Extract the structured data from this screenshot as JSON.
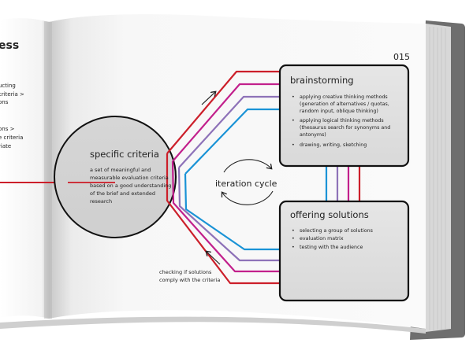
{
  "page_number": "015",
  "left_page": {
    "heading_fragment": "ess",
    "text_lines": [
      "ucting",
      "criteria >",
      "ons",
      "ons >",
      "e criteria",
      "riate"
    ]
  },
  "central_circle": {
    "title": "specific criteria",
    "description_lines": [
      "a set of meaningful and",
      "measurable evaluation criteria",
      "based on a good understanding",
      "of the brief and extended",
      "research"
    ]
  },
  "iteration": {
    "label": "iteration cycle"
  },
  "brainstorming": {
    "title": "brainstorming",
    "bullet_lines": [
      [
        "applying creative thinking methods",
        "(generation of alternatives / quotas,",
        "random input, oblique thinking)"
      ],
      [
        "applying logical thinking methods",
        "(thesaurus search for synonyms and",
        "antonyms)"
      ],
      [
        "drawing, writing, sketching"
      ]
    ]
  },
  "offering_solutions": {
    "title": "offering solutions",
    "bullets": [
      "selecting a group of solutions",
      "evaluation matrix",
      "testing with the audience"
    ]
  },
  "bottom_caption": {
    "lines": [
      "checking if solutions",
      "comply with the criteria"
    ]
  },
  "colors": {
    "red": "#cc1f2a",
    "magenta": "#c2208c",
    "purple": "#8e72b8",
    "blue": "#1a93d6"
  }
}
